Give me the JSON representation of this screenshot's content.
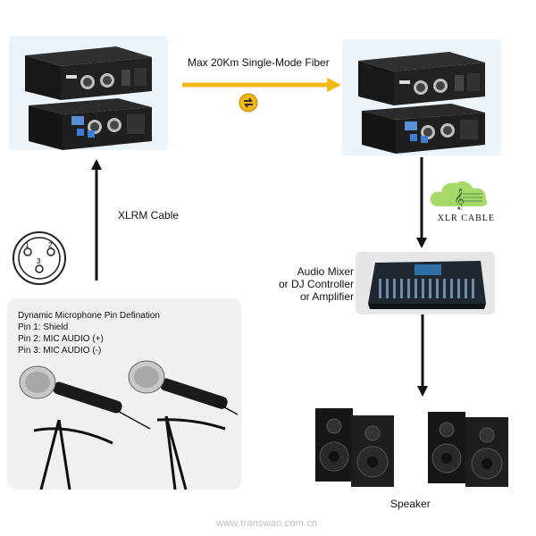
{
  "fiber_label": "Max 20Km Single-Mode Fiber",
  "xlrm_label": "XLRM Cable",
  "xlr_cable_badge": "XLR CABLE",
  "mixer_label": [
    "Audio Mixer",
    "or DJ Controller",
    "or Amplifier"
  ],
  "mic_info": {
    "title": "Dynamic Microphone Pin Defination",
    "pins": [
      "Pin 1: Shield",
      "Pin 2: MIC AUDIO (+)",
      "Pin 3: MIC AUDIO (-)"
    ]
  },
  "connector_pins": [
    "1",
    "2",
    "3"
  ],
  "speaker_label": "Speaker",
  "watermark": "www.transwan.com.cn",
  "colors": {
    "panel_blue": "#eaf4fa",
    "panel_grey": "#f0f0f0",
    "fiber_arrow": "#f2b81a",
    "arrow": "#111111",
    "device": "#1e1e1e"
  },
  "icons": [
    "fiber-converter-device",
    "swap-icon",
    "music-cloud-icon",
    "mixer-console",
    "speaker-box",
    "microphone",
    "xlr-connector-diagram"
  ]
}
